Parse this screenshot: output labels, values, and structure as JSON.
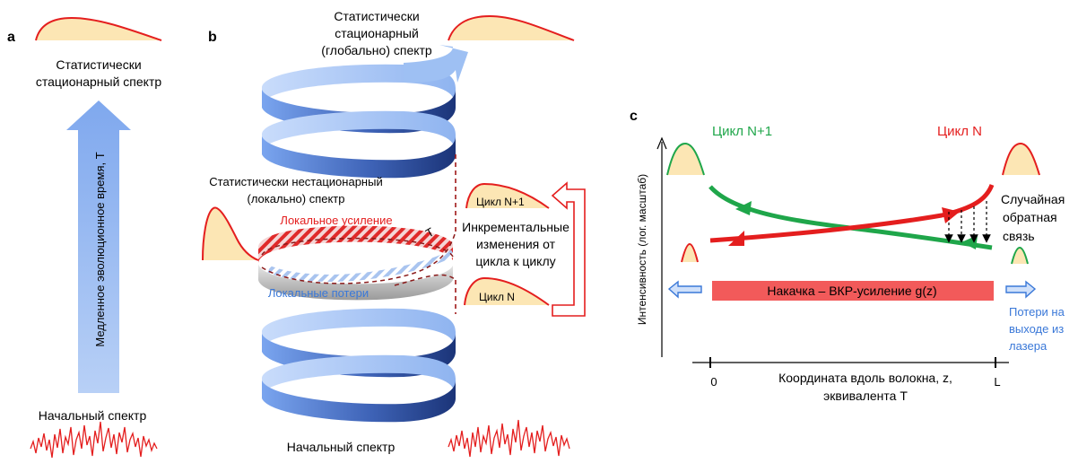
{
  "panel_a": {
    "letter": "a",
    "top_label_line1": "Статистически",
    "top_label_line2": "стационарный спектр",
    "arrow_label": "Медленное эволюционное время, T",
    "bottom_label": "Начальный спектр"
  },
  "panel_b": {
    "letter": "b",
    "top_label_line1": "Статистически",
    "top_label_line2": "стационарный",
    "top_label_line3": "(глобально) спектр",
    "left_label_line1": "Статистически нестационарный",
    "left_label_line2": "(локально) спектр",
    "local_gain": "Локальное усиление",
    "local_loss": "Локальные потери",
    "T_label": "T",
    "incremental_line1": "Инкрементальные",
    "incremental_line2": "изменения от",
    "incremental_line3": "цикла к циклу",
    "cycle_n1": "Цикл N+1",
    "cycle_n": "Цикл N",
    "bottom_label": "Начальный спектр"
  },
  "panel_c": {
    "letter": "c",
    "cycle_n1": "Цикл N+1",
    "cycle_n": "Цикл N",
    "y_axis_label": "Интенсивность  (лог. масштаб)",
    "random_line1": "Случайная",
    "random_line2": "обратная",
    "random_line3": "связь",
    "pump_label": "Накачка –  ВКР-усиление g(z)",
    "loss_line1": "Потери на",
    "loss_line2": "выходе из",
    "loss_line3": "лазера",
    "x_tick_0": "0",
    "x_tick_L": "L",
    "x_label_line1": "Координата вдоль волокна, z,",
    "x_label_line2": "эквивалента T"
  },
  "colors": {
    "red": "#e41e1e",
    "green": "#1fa64a",
    "spectrum_fill": "#fce6b4",
    "blue_arrow": "#8fb4f0",
    "blue_dark": "#1f3f8a",
    "loss_blue": "#3a78d8",
    "pump_red": "#f25a5a"
  }
}
